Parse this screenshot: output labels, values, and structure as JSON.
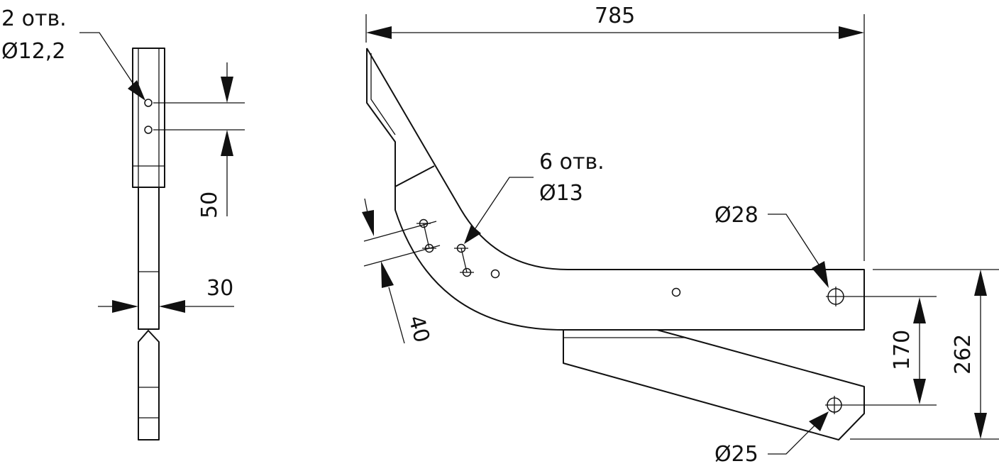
{
  "side_view": {
    "hole_note_count": "2 отв.",
    "hole_note_diameter": "Ø12,2",
    "hole_spacing": "50",
    "bar_thickness": "30"
  },
  "main_view": {
    "overall_length": "785",
    "hole_group_note_count": "6 отв.",
    "hole_group_note_diameter": "Ø13",
    "upper_pivot_diameter": "Ø28",
    "lower_pivot_diameter": "Ø25",
    "hole_row_spacing": "40",
    "pivot_spacing": "170",
    "overall_height": "262"
  }
}
